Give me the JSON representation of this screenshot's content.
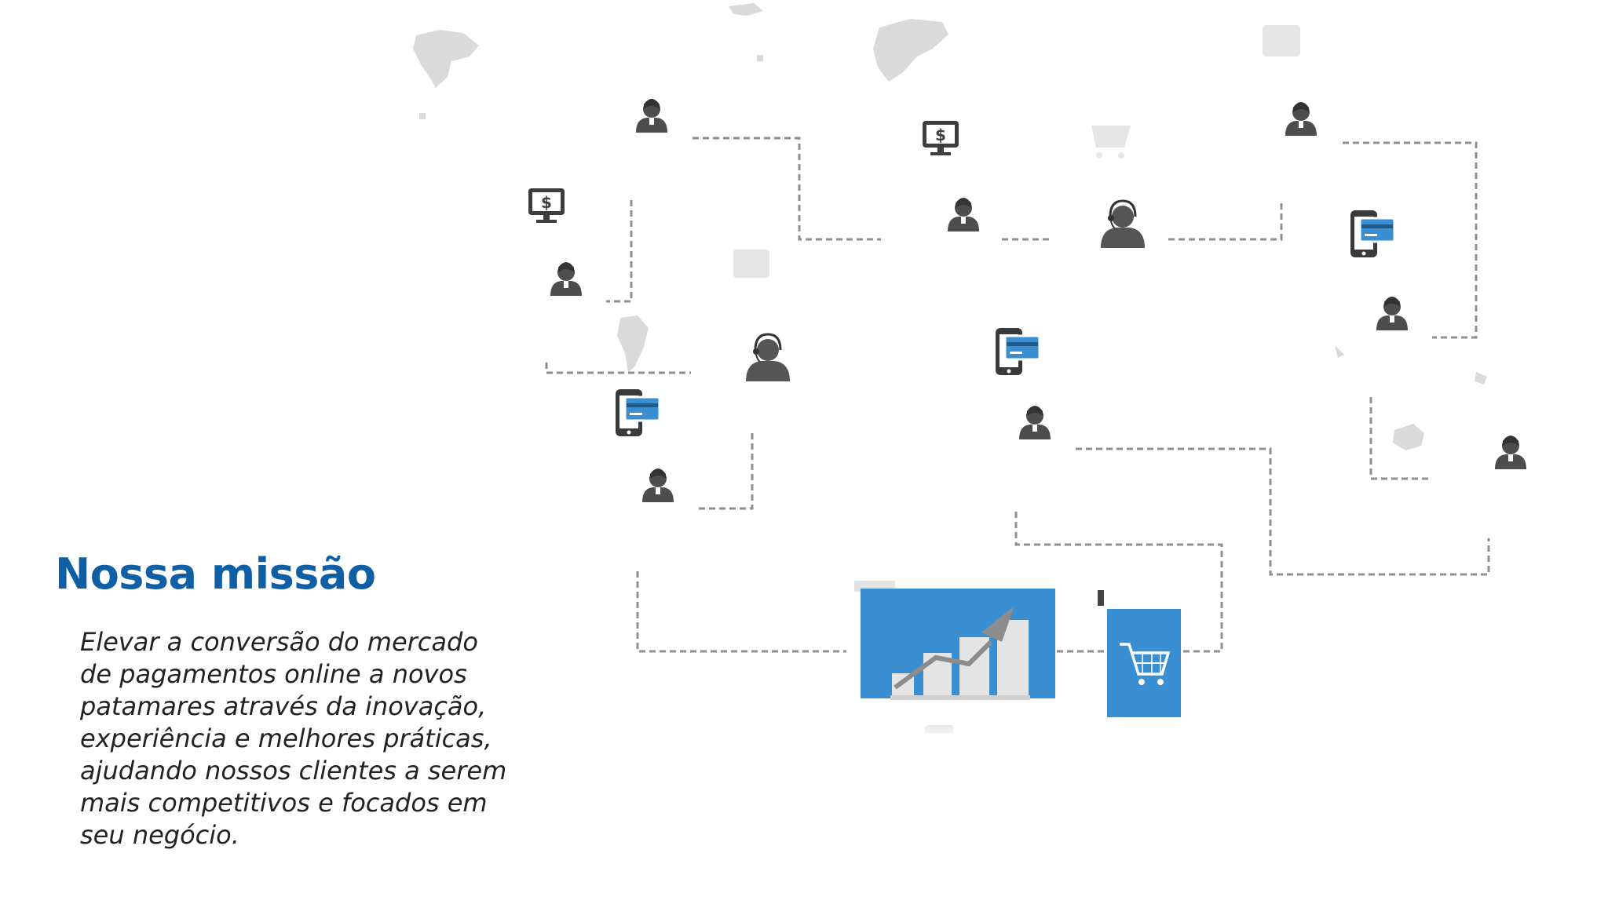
{
  "mission": {
    "title": "Nossa missão",
    "body": "Elevar a conversão do mercado\nde pagamentos online a novos\npatamares através da inovação,\nexperiência e melhores práticas,\najudando nossos clientes a serem\nmais competitivos e focados em\nseu negócio."
  },
  "colors": {
    "title": "#0f5fa6",
    "accent_blue": "#3a8fd3",
    "icon_gray": "#4d4d4d",
    "dash_gray": "#8f8f8f",
    "map_gray": "#d6d6d6"
  },
  "illustration": {
    "icons": [
      "person-icon",
      "monitor-dollar-icon",
      "phone-card-icon",
      "headset-agent-icon",
      "bar-chart-growth-icon",
      "shopping-cart-icon",
      "world-map-fragment"
    ]
  }
}
